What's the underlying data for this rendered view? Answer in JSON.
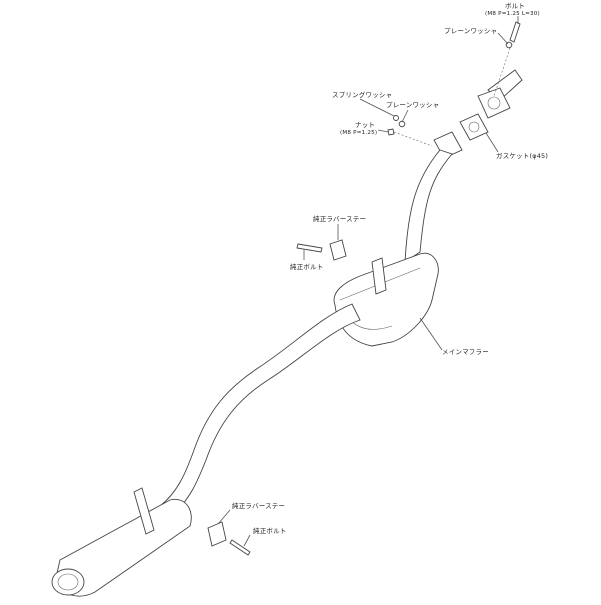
{
  "labels": {
    "bolt_top": "ボルト",
    "bolt_top_spec": "(M8 P=1.25 L=30)",
    "plain_washer_top": "プレーンワッシャ",
    "spring_washer": "スプリングワッシャ",
    "plain_washer_mid": "プレーンワッシャ",
    "nut": "ナット",
    "nut_spec": "(M8 P=1.25)",
    "gasket": "ガスケット(φ45)",
    "rubber_stay_upper": "純正ラバーステー",
    "bolt_upper": "純正ボルト",
    "main_muffler": "メインマフラー",
    "rubber_stay_lower": "純正ラバーステー",
    "bolt_lower": "純正ボルト"
  }
}
